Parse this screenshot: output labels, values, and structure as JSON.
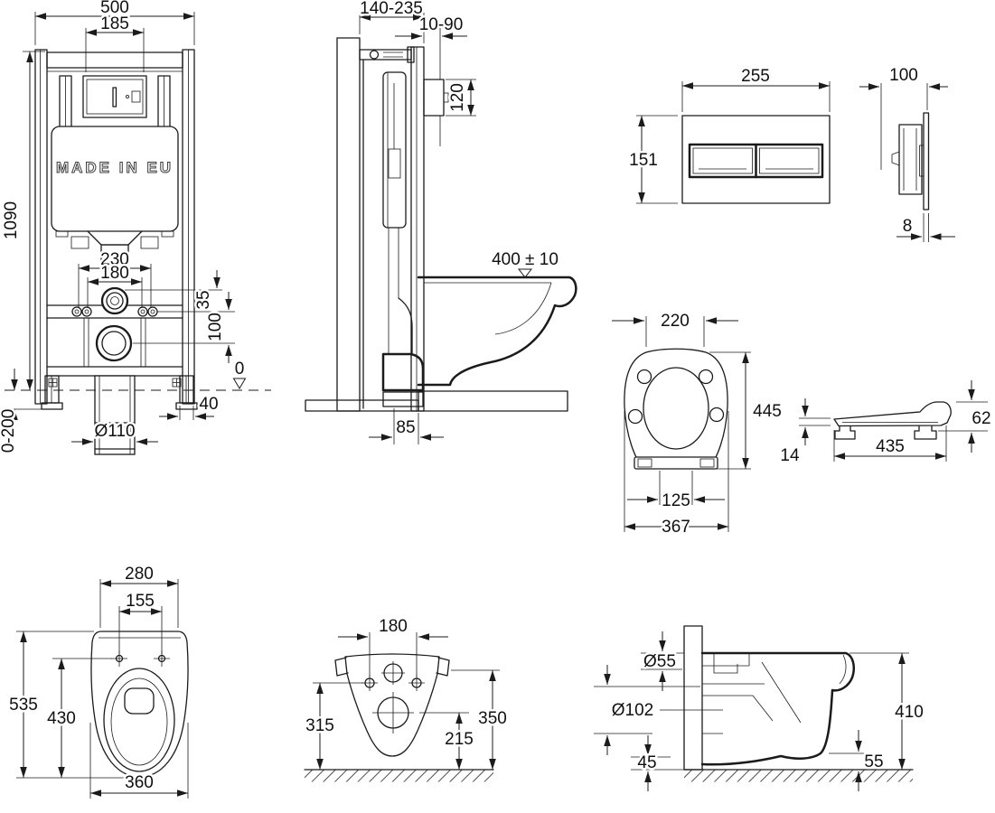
{
  "drawing": {
    "background": "#ffffff",
    "line_color": "#1b1b1b",
    "subject": "wall-hung WC installation frame technical drawing"
  },
  "views": {
    "frame_front": {
      "made_in": "MADE IN EU",
      "overall_width": "500",
      "top_opening_width": "185",
      "frame_height": "1090",
      "fixing_spacing_outer": "230",
      "fixing_spacing_inner": "180",
      "inlet_offset": "35",
      "outlet_offset": "100",
      "floor_level": "0",
      "leg_adjustment": "0-200",
      "leg_width": "40",
      "drain_diameter": "Ø110"
    },
    "frame_side": {
      "frame_depth": "140-235",
      "wall_finish_depth": "10-90",
      "shaft_height": "120",
      "rim_height": "400 ± 10",
      "drain_offset": "85"
    },
    "plate_front": {
      "width": "255",
      "height": "151"
    },
    "plate_side": {
      "depth": "100",
      "thickness": "8"
    },
    "seat_top": {
      "front_width": "220",
      "length": "445",
      "hinge_spacing": "125",
      "overall_width": "367"
    },
    "seat_side": {
      "thickness": "14",
      "length": "435",
      "hinge_height": "62"
    },
    "bowl_top": {
      "rear_width": "280",
      "hole_spacing": "155",
      "length": "535",
      "bowl_length": "430",
      "max_width": "360"
    },
    "bowl_rear": {
      "bolt_spacing": "180",
      "bolt_height": "315",
      "outlet_height": "215",
      "top_height": "350"
    },
    "bowl_side": {
      "inlet_diameter": "Ø55",
      "outlet_diameter": "Ø102",
      "bottom_clearance": "45",
      "rim_height": "410",
      "front_clearance": "55"
    }
  }
}
